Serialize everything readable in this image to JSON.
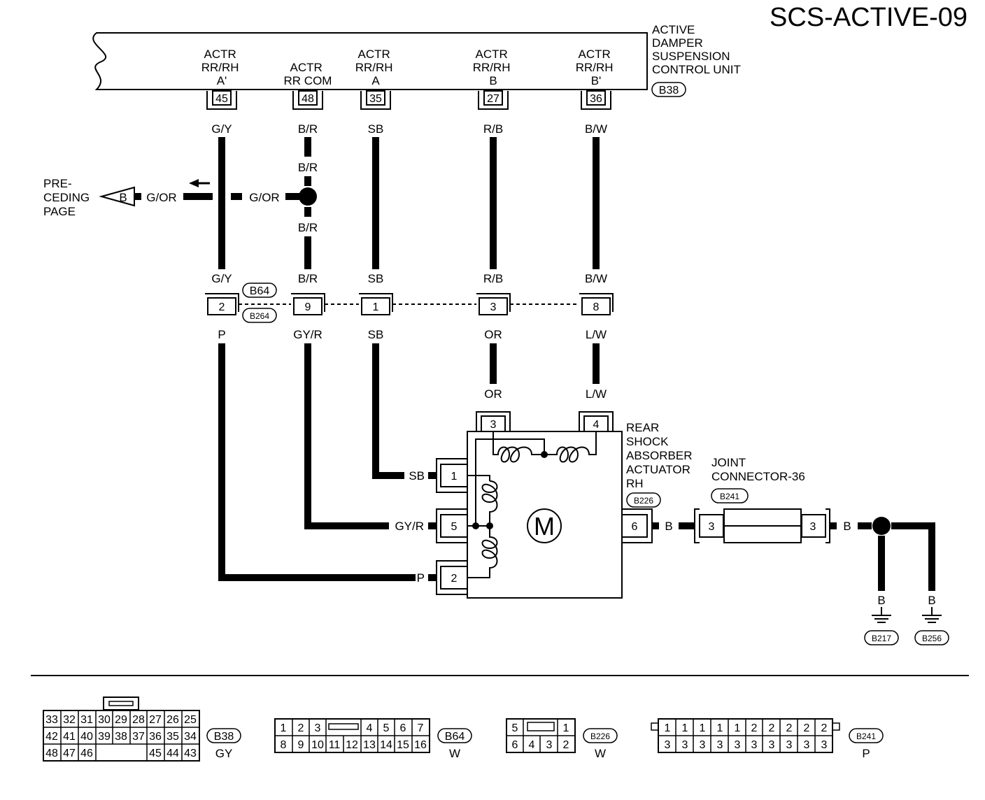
{
  "title": "SCS-ACTIVE-09",
  "control_unit": {
    "name_lines": [
      "ACTIVE",
      "DAMPER",
      "SUSPENSION",
      "CONTROL UNIT"
    ],
    "connector_id": "B38",
    "terminals": [
      {
        "pin": "45",
        "label_lines": [
          "ACTR",
          "RR/RH",
          "A'"
        ],
        "wire": "G/Y"
      },
      {
        "pin": "48",
        "label_lines": [
          "ACTR",
          "RR COM"
        ],
        "wire": "B/R"
      },
      {
        "pin": "35",
        "label_lines": [
          "ACTR",
          "RR/RH",
          "A"
        ],
        "wire": "SB"
      },
      {
        "pin": "27",
        "label_lines": [
          "ACTR",
          "RR/RH",
          "B"
        ],
        "wire": "R/B"
      },
      {
        "pin": "36",
        "label_lines": [
          "ACTR",
          "RR/RH",
          "B'"
        ],
        "wire": "B/W"
      }
    ]
  },
  "preceding_page": {
    "label_lines": [
      "PRE-",
      "CEDING",
      "PAGE"
    ],
    "marker": "B",
    "wire": "G/OR"
  },
  "splice": {
    "wire_in": "G/OR",
    "wire_top": "B/R",
    "wire_bottom": "B/R"
  },
  "harness_connector": {
    "ids": [
      "B64",
      "B264"
    ],
    "pins": [
      {
        "pin": "2",
        "wire_top": "G/Y",
        "wire_bottom": "P"
      },
      {
        "pin": "9",
        "wire_top": "B/R",
        "wire_bottom": "GY/R"
      },
      {
        "pin": "1",
        "wire_top": "SB",
        "wire_bottom": "SB"
      },
      {
        "pin": "3",
        "wire_top": "R/B",
        "wire_bottom": "OR"
      },
      {
        "pin": "8",
        "wire_top": "B/W",
        "wire_bottom": "L/W"
      }
    ]
  },
  "actuator": {
    "name_lines": [
      "REAR",
      "SHOCK",
      "ABSORBER",
      "ACTUATOR",
      "RH"
    ],
    "connector_id": "B226",
    "motor": "M",
    "top_pins": [
      {
        "pin": "3",
        "wire": "OR"
      },
      {
        "pin": "4",
        "wire": "L/W"
      }
    ],
    "left_pins": [
      {
        "pin": "1",
        "wire": "SB"
      },
      {
        "pin": "5",
        "wire": "GY/R"
      },
      {
        "pin": "2",
        "wire": "P"
      }
    ],
    "right_pin": {
      "pin": "6",
      "wire": "B"
    }
  },
  "joint_connector": {
    "name_lines": [
      "JOINT",
      "CONNECTOR-36"
    ],
    "connector_id": "B241",
    "pin_in": "3",
    "pin_out": "3",
    "wire_out": "B"
  },
  "grounds": [
    {
      "wire": "B",
      "id": "B217"
    },
    {
      "wire": "B",
      "id": "B256"
    }
  ],
  "connector_faces": [
    {
      "id": "B38",
      "color": "GY",
      "rows": [
        [
          "33",
          "32",
          "31",
          "30",
          "29",
          "28",
          "27",
          "26",
          "25"
        ],
        [
          "42",
          "41",
          "40",
          "39",
          "38",
          "37",
          "36",
          "35",
          "34"
        ],
        [
          "48",
          "47",
          "46",
          "45",
          "44",
          "43"
        ]
      ]
    },
    {
      "id": "B64",
      "color": "W",
      "rows": [
        [
          "1",
          "2",
          "3",
          "4",
          "5",
          "6",
          "7"
        ],
        [
          "8",
          "9",
          "10",
          "11",
          "12",
          "13",
          "14",
          "15",
          "16"
        ]
      ]
    },
    {
      "id": "B226",
      "color": "W",
      "rows": [
        [
          "5",
          "1"
        ],
        [
          "6",
          "4",
          "3",
          "2"
        ]
      ]
    },
    {
      "id": "B241",
      "color": "P",
      "rows": [
        [
          "1",
          "1",
          "1",
          "1",
          "1",
          "2",
          "2",
          "2",
          "2",
          "2"
        ],
        [
          "3",
          "3",
          "3",
          "3",
          "3",
          "3",
          "3",
          "3",
          "3",
          "3"
        ]
      ]
    }
  ]
}
